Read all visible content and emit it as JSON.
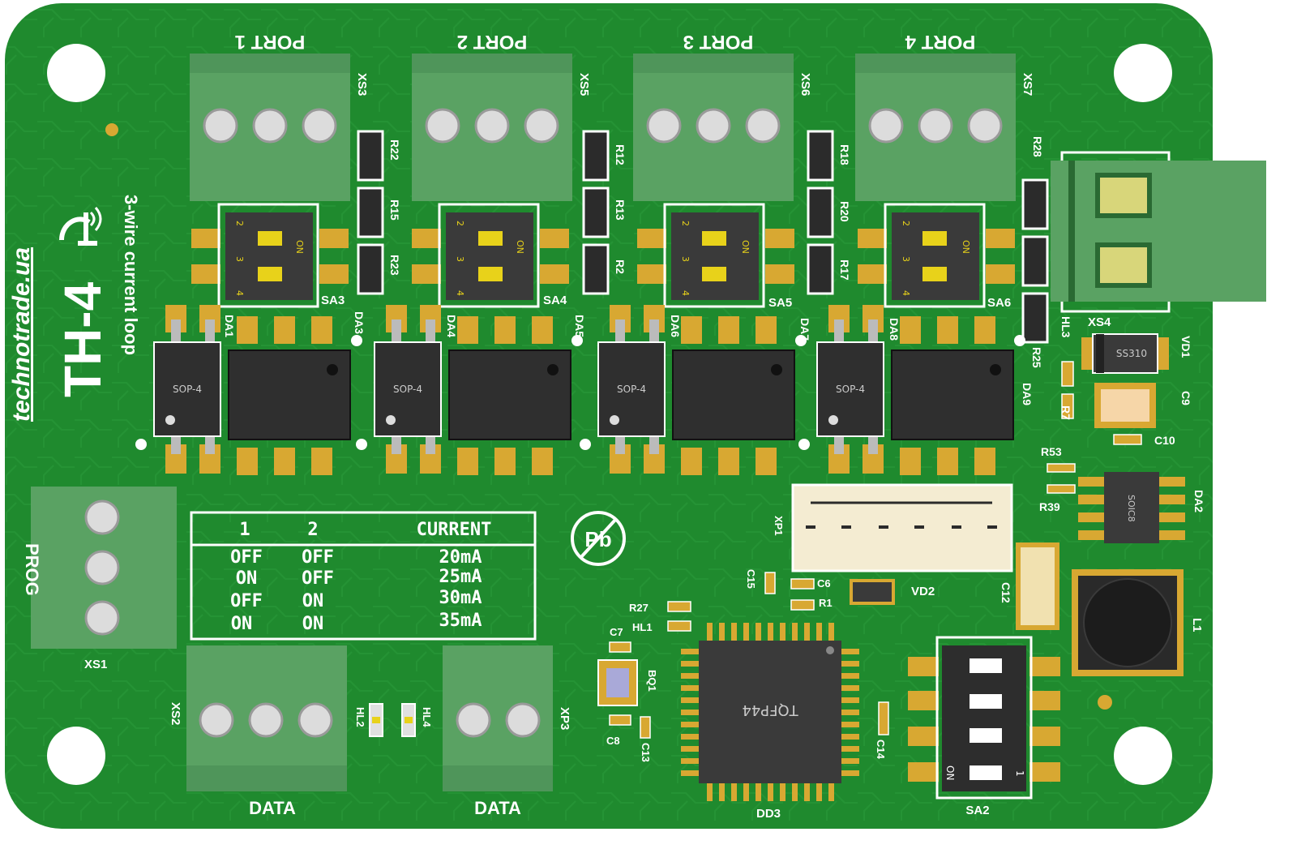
{
  "board": {
    "brand_url": "technotrade.ua",
    "model": "TH-4",
    "subtitle": "3-wire current loop",
    "lead_free_symbol": "Pb",
    "colors": {
      "pcb": "#1f8a2e",
      "terminal": "#5aa263",
      "gold": "#d8a832",
      "ic": "#2f2f2f"
    }
  },
  "ports": [
    {
      "label": "PORT 1",
      "terminal": "XS3",
      "switch": "SA3"
    },
    {
      "label": "PORT 2",
      "terminal": "XS5",
      "switch": "SA4"
    },
    {
      "label": "PORT 3",
      "terminal": "XS6",
      "switch": "SA5"
    },
    {
      "label": "PORT 4",
      "terminal": "XS7",
      "switch": "SA6"
    }
  ],
  "resistors_top": [
    [
      "R22",
      "R15",
      "R23"
    ],
    [
      "R12",
      "R13",
      "R2"
    ],
    [
      "R18",
      "R20",
      "R17"
    ],
    [
      "R28",
      "R25"
    ]
  ],
  "opto_labels": [
    "DA1",
    "DA3",
    "DA4",
    "DA5",
    "DA6",
    "DA7",
    "DA8",
    "DA9"
  ],
  "package_labels": {
    "sop4": "SOP-4",
    "soic8": "SOIC8",
    "tqfp": "TQFP44",
    "diode": "SS310"
  },
  "dip_labels": {
    "on": "ON",
    "n2": "2",
    "n3": "3",
    "n4": "4",
    "n1": "1"
  },
  "current_table": {
    "headers": [
      "1",
      "2",
      "CURRENT"
    ],
    "rows": [
      [
        "OFF",
        "OFF",
        "20mA"
      ],
      [
        "ON",
        "OFF",
        "25mA"
      ],
      [
        "OFF",
        "ON",
        "30mA"
      ],
      [
        "ON",
        "ON",
        "35mA"
      ]
    ]
  },
  "connectors": {
    "prog": "PROG",
    "xs1": "XS1",
    "xs2": "XS2",
    "xp3": "XP3",
    "xs4": "XS4",
    "xp1": "XP1",
    "data_left": "DATA",
    "data_right": "DATA"
  },
  "components": {
    "hl2": "HL2",
    "hl4": "HL4",
    "hl1": "HL1",
    "hl3": "HL3",
    "r27": "R27",
    "r1": "R1",
    "r7": "R7",
    "r53": "R53",
    "r39": "R39",
    "c7": "C7",
    "c8": "C8",
    "c13": "C13",
    "c15": "C15",
    "c6": "C6",
    "c14": "C14",
    "c12": "C12",
    "c9": "C9",
    "c10": "C10",
    "bq1": "BQ1",
    "dd3": "DD3",
    "sa2": "SA2",
    "vd1": "VD1",
    "vd2": "VD2",
    "da2": "DA2",
    "l1": "L1"
  }
}
